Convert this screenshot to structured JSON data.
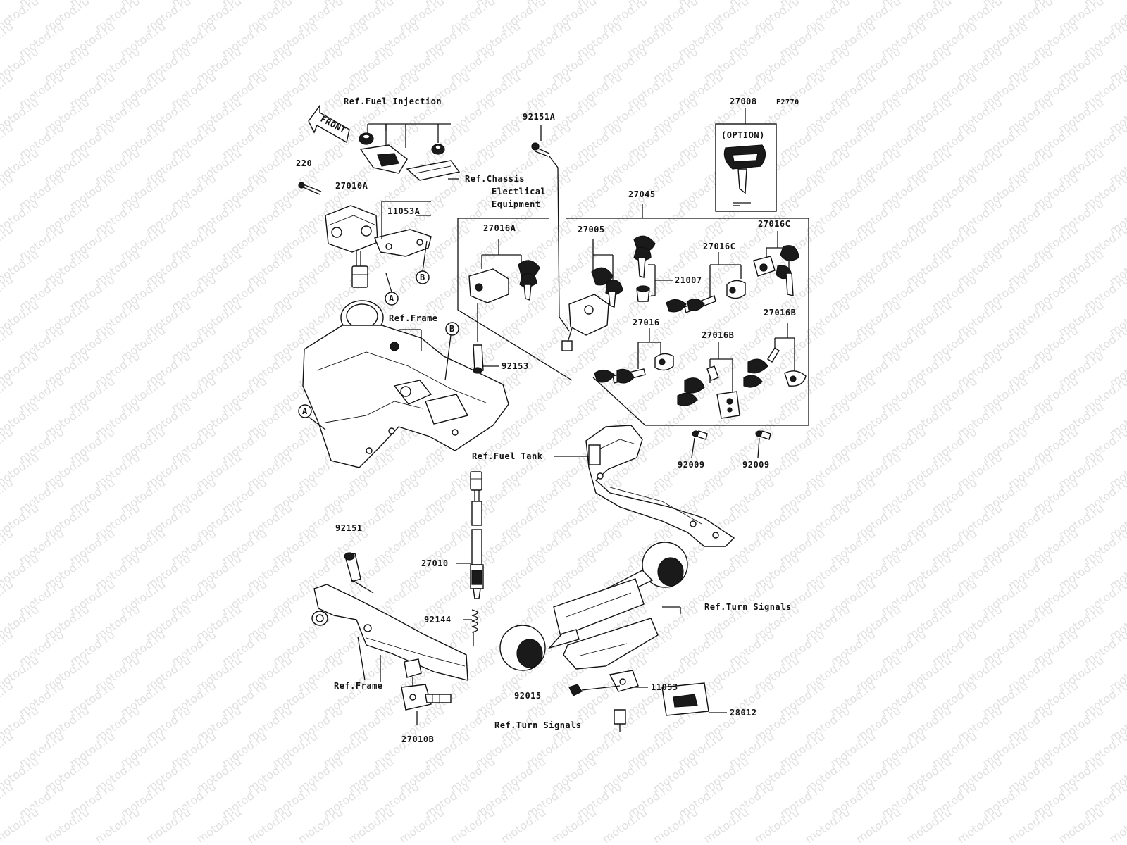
{
  "watermark": "motod.ru",
  "figure_code": "F2770",
  "front_arrow": "FRONT",
  "option_label": "(OPTION)",
  "callouts": {
    "a": "A",
    "b": "B"
  },
  "refs": {
    "fuel_injection": "Ref.Fuel Injection",
    "chassis_1": "Ref.Chassis",
    "chassis_2": "Electlical",
    "chassis_3": "Equipment",
    "frame_top": "Ref.Frame",
    "frame_bottom": "Ref.Frame",
    "fuel_tank": "Ref.Fuel Tank",
    "turn_signals_1": "Ref.Turn Signals",
    "turn_signals_2": "Ref.Turn Signals"
  },
  "parts": {
    "p220": "220",
    "p27010A": "27010A",
    "p11053A": "11053A",
    "p92151A": "92151A",
    "p27008": "27008",
    "p27045": "27045",
    "p27016A": "27016A",
    "p27005": "27005",
    "p21007": "21007",
    "p27016C_1": "27016C",
    "p27016C_2": "27016C",
    "p27016": "27016",
    "p27016B_1": "27016B",
    "p27016B_2": "27016B",
    "p92153": "92153",
    "p92009_1": "92009",
    "p92009_2": "92009",
    "p92151": "92151",
    "p27010": "27010",
    "p92144": "92144",
    "p27010B": "27010B",
    "p92015": "92015",
    "p11053": "11053",
    "p28012": "28012"
  }
}
